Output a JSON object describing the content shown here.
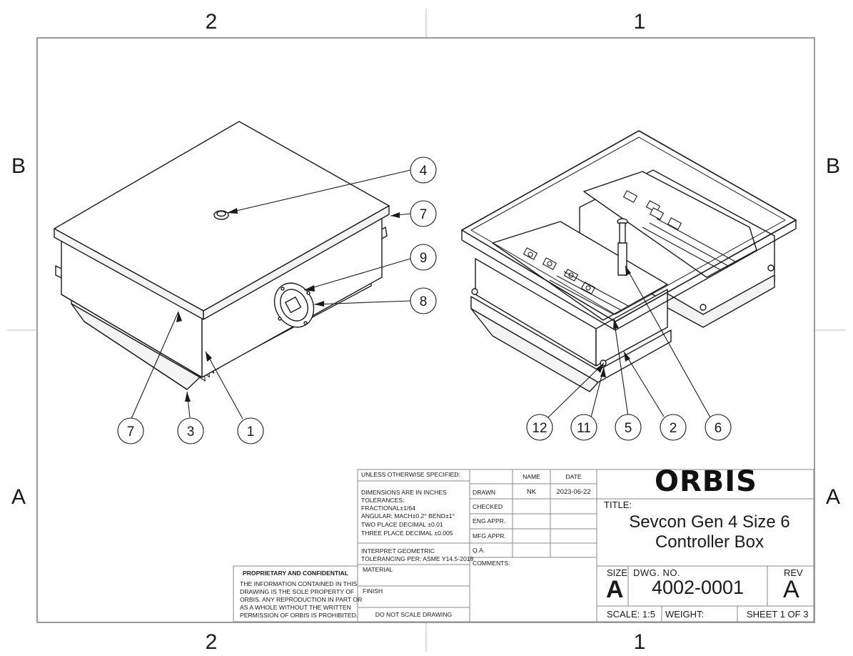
{
  "zones": {
    "top_left": "2",
    "top_right": "1",
    "bottom_left": "2",
    "bottom_right": "1",
    "left_top": "B",
    "left_bottom": "A",
    "right_top": "B",
    "right_bottom": "A"
  },
  "balloons": {
    "left_view": [
      "4",
      "7",
      "9",
      "8",
      "7",
      "3",
      "1"
    ],
    "right_view": [
      "12",
      "11",
      "5",
      "2",
      "6"
    ]
  },
  "title_block": {
    "spec_header": "UNLESS OTHERWISE SPECIFIED:",
    "tolerances": [
      "DIMENSIONS ARE IN INCHES",
      "TOLERANCES:",
      "FRACTIONAL±1/64",
      "ANGULAR: MACH±0.2°  BEND±1°",
      "TWO PLACE DECIMAL    ±0.01",
      "THREE PLACE DECIMAL  ±0.005"
    ],
    "geometric": [
      "INTERPRET GEOMETRIC",
      "TOLERANCING PER: ASME Y14.5-2018"
    ],
    "material_label": "MATERIAL",
    "finish_label": "FINISH",
    "no_scale": "DO NOT SCALE DRAWING",
    "col_name": "NAME",
    "col_date": "DATE",
    "rows": [
      {
        "label": "DRAWN",
        "name": "NK",
        "date": "2023-06-22"
      },
      {
        "label": "CHECKED",
        "name": "",
        "date": ""
      },
      {
        "label": "ENG APPR.",
        "name": "",
        "date": ""
      },
      {
        "label": "MFG APPR.",
        "name": "",
        "date": ""
      },
      {
        "label": "Q.A.",
        "name": "",
        "date": ""
      }
    ],
    "comments_label": "COMMENTS:",
    "proprietary_title": "PROPRIETARY AND CONFIDENTIAL",
    "proprietary_text": [
      "THE INFORMATION CONTAINED IN THIS",
      "DRAWING IS THE SOLE PROPERTY OF",
      "ORBIS. ANY REPRODUCTION IN PART OR",
      "AS A WHOLE WITHOUT THE WRITTEN",
      "PERMISSION OF ORBIS IS PROHIBITED."
    ],
    "logo_text": "ORBIS",
    "title_label": "TITLE:",
    "title_line1": "Sevcon Gen 4 Size 6",
    "title_line2": "Controller Box",
    "size_label": "SIZE",
    "size_value": "A",
    "dwg_no_label": "DWG.  NO.",
    "dwg_no": "4002-0001",
    "rev_label": "REV",
    "rev_value": "A",
    "scale": "SCALE: 1:5",
    "weight": "WEIGHT:",
    "sheet": "SHEET 1 OF 3"
  }
}
